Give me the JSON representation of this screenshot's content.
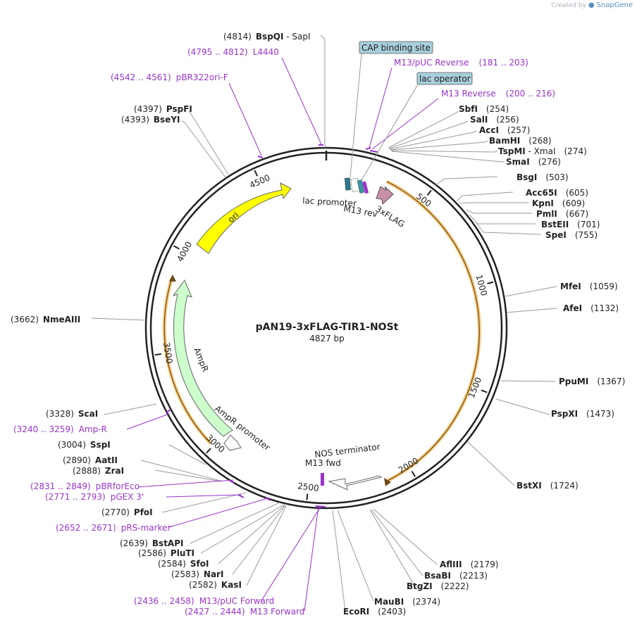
{
  "credit": {
    "prefix": "Created by",
    "brand": "SnapGene"
  },
  "plasmid": {
    "name": "pAN19-3xFLAG-TIR1-NOSt",
    "length_label": "4827 bp",
    "length": 4827
  },
  "ticks": [
    "500",
    "1000",
    "1500",
    "2000",
    "2500",
    "3000",
    "3500",
    "4000",
    "4500"
  ],
  "colors": {
    "backbone": "#222222",
    "primer": "#9933cc",
    "ori": "#ffff00",
    "ampr": "#ccffcc",
    "promoter": "#ffffff",
    "orf": "#f0a030",
    "flag": "#c890a8",
    "lac_op": "#3399aa",
    "cap": "#2a7a8a",
    "feature_box": "#a8d0dc"
  },
  "enzymes": [
    {
      "pos": "(4814)",
      "name": "BspQI",
      "extra": " - SapI"
    },
    {
      "pos": "(4397)",
      "name": "PspFI",
      "extra": ""
    },
    {
      "pos": "(4393)",
      "name": "BseYI",
      "extra": ""
    },
    {
      "pos": "(254)",
      "name": "SbfI",
      "extra": ""
    },
    {
      "pos": "(256)",
      "name": "SalI",
      "extra": ""
    },
    {
      "pos": "(257)",
      "name": "AccI",
      "extra": ""
    },
    {
      "pos": "(268)",
      "name": "BamHI",
      "extra": ""
    },
    {
      "pos": "(274)",
      "name": "TspMI",
      "extra": " - XmaI"
    },
    {
      "pos": "(276)",
      "name": "SmaI",
      "extra": ""
    },
    {
      "pos": "(503)",
      "name": "BsgI",
      "extra": ""
    },
    {
      "pos": "(605)",
      "name": "Acc65I",
      "extra": ""
    },
    {
      "pos": "(609)",
      "name": "KpnI",
      "extra": ""
    },
    {
      "pos": "(667)",
      "name": "PmlI",
      "extra": ""
    },
    {
      "pos": "(701)",
      "name": "BstEII",
      "extra": ""
    },
    {
      "pos": "(755)",
      "name": "SpeI",
      "extra": ""
    },
    {
      "pos": "(1059)",
      "name": "MfeI",
      "extra": ""
    },
    {
      "pos": "(1132)",
      "name": "AfeI",
      "extra": ""
    },
    {
      "pos": "(1367)",
      "name": "PpuMI",
      "extra": ""
    },
    {
      "pos": "(1473)",
      "name": "PspXI",
      "extra": ""
    },
    {
      "pos": "(1724)",
      "name": "BstXI",
      "extra": ""
    },
    {
      "pos": "(2179)",
      "name": "AflIII",
      "extra": ""
    },
    {
      "pos": "(2213)",
      "name": "BsaBI",
      "extra": ""
    },
    {
      "pos": "(2222)",
      "name": "BtgZI",
      "extra": ""
    },
    {
      "pos": "(2374)",
      "name": "MauBI",
      "extra": ""
    },
    {
      "pos": "(2403)",
      "name": "EcoRI",
      "extra": ""
    },
    {
      "pos": "(2582)",
      "name": "KasI",
      "extra": ""
    },
    {
      "pos": "(2583)",
      "name": "NarI",
      "extra": ""
    },
    {
      "pos": "(2584)",
      "name": "SfoI",
      "extra": ""
    },
    {
      "pos": "(2586)",
      "name": "PluTI",
      "extra": ""
    },
    {
      "pos": "(2639)",
      "name": "BstAPI",
      "extra": ""
    },
    {
      "pos": "(2770)",
      "name": "PfoI",
      "extra": ""
    },
    {
      "pos": "(2888)",
      "name": "ZraI",
      "extra": ""
    },
    {
      "pos": "(2890)",
      "name": "AatII",
      "extra": ""
    },
    {
      "pos": "(3004)",
      "name": "SspI",
      "extra": ""
    },
    {
      "pos": "(3328)",
      "name": "ScaI",
      "extra": ""
    },
    {
      "pos": "(3662)",
      "name": "NmeAIII",
      "extra": ""
    }
  ],
  "primers": [
    {
      "range": "(4795 .. 4812)",
      "name": "L4440"
    },
    {
      "range": "(4542 .. 4561)",
      "name": "pBR322ori-F"
    },
    {
      "range": "(181 .. 203)",
      "name": "M13/pUC Reverse"
    },
    {
      "range": "(200 .. 216)",
      "name": "M13 Reverse"
    },
    {
      "range": "(3240 .. 3259)",
      "name": "Amp-R"
    },
    {
      "range": "(2831 .. 2849)",
      "name": "pBRforEco"
    },
    {
      "range": "(2771 .. 2793)",
      "name": "pGEX 3'"
    },
    {
      "range": "(2652 .. 2671)",
      "name": "pRS-marker"
    },
    {
      "range": "(2436 .. 2458)",
      "name": "M13/pUC Forward"
    },
    {
      "range": "(2427 .. 2444)",
      "name": "M13 Forward"
    }
  ],
  "boxed_features": [
    "CAP binding site",
    "lac operator"
  ],
  "features": [
    "ori",
    "AmpR",
    "AmpR promoter",
    "lac promoter",
    "M13 rev",
    "3xFLAG",
    "NOS terminator",
    "M13 fwd"
  ]
}
